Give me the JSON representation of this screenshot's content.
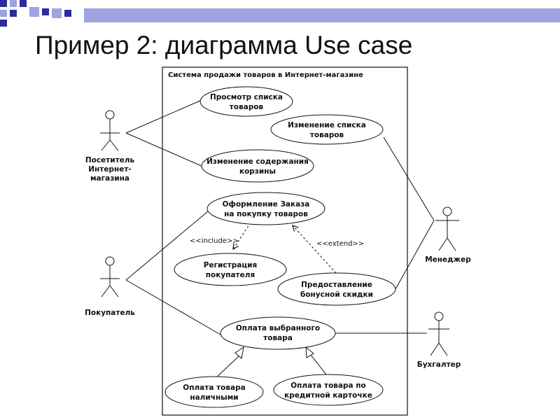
{
  "slide": {
    "title": "Пример 2: диаграмма Use case",
    "accent_color": "#9ea4e0",
    "accent_dark": "#2b2b9c"
  },
  "diagram": {
    "system_label": "Система продажи товаров в Интернет-магазине",
    "actors": {
      "visitor": [
        "Посетитель",
        "Интернет-",
        "магазина"
      ],
      "buyer": [
        "Покупатель"
      ],
      "manager": [
        "Менеджер"
      ],
      "accountant": [
        "Бухгалтер"
      ]
    },
    "use_cases": {
      "view_list": [
        "Просмотр списка",
        "товаров"
      ],
      "edit_list": [
        "Изменение списка",
        "товаров"
      ],
      "edit_cart": [
        "Изменение содержания",
        "корзины"
      ],
      "place_order": [
        "Оформление Заказа",
        "на покупку товаров"
      ],
      "registration": [
        "Регистрация",
        "покупателя"
      ],
      "bonus_discount": [
        "Предоставление",
        "бонусной скидки"
      ],
      "payment": [
        "Оплата выбранного",
        "товара"
      ],
      "cash_payment": [
        "Оплата товара",
        "наличными"
      ],
      "card_payment": [
        "Оплата товара по",
        "кредитной карточке"
      ]
    },
    "stereotypes": {
      "include": "<<include>>",
      "extend": "<<extend>>"
    }
  }
}
